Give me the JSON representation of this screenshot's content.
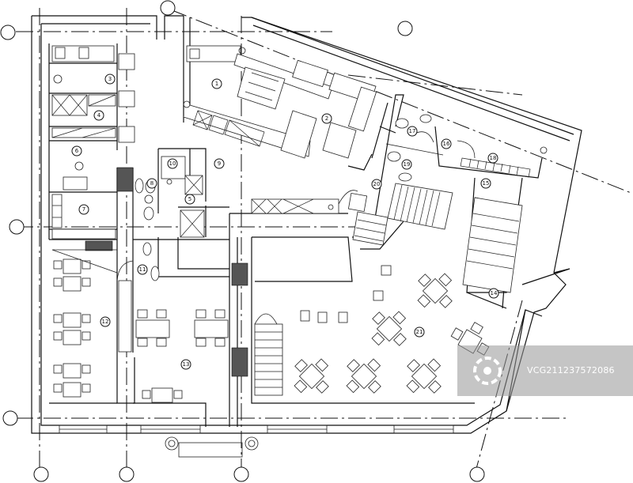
{
  "rooms": [
    {
      "id": "1"
    },
    {
      "id": "2"
    },
    {
      "id": "3"
    },
    {
      "id": "4"
    },
    {
      "id": "5"
    },
    {
      "id": "6"
    },
    {
      "id": "7"
    },
    {
      "id": "8"
    },
    {
      "id": "9"
    },
    {
      "id": "10"
    },
    {
      "id": "11"
    },
    {
      "id": "12"
    },
    {
      "id": "13"
    },
    {
      "id": "14"
    },
    {
      "id": "15"
    },
    {
      "id": "16"
    },
    {
      "id": "17"
    },
    {
      "id": "18"
    },
    {
      "id": "19"
    },
    {
      "id": "20"
    },
    {
      "id": "21"
    }
  ],
  "watermark": {
    "brand": "VCG",
    "text": "VCG211237572086"
  },
  "colors": {
    "line": "#111111",
    "background": "#ffffff",
    "watermark_overlay": "#969696"
  }
}
